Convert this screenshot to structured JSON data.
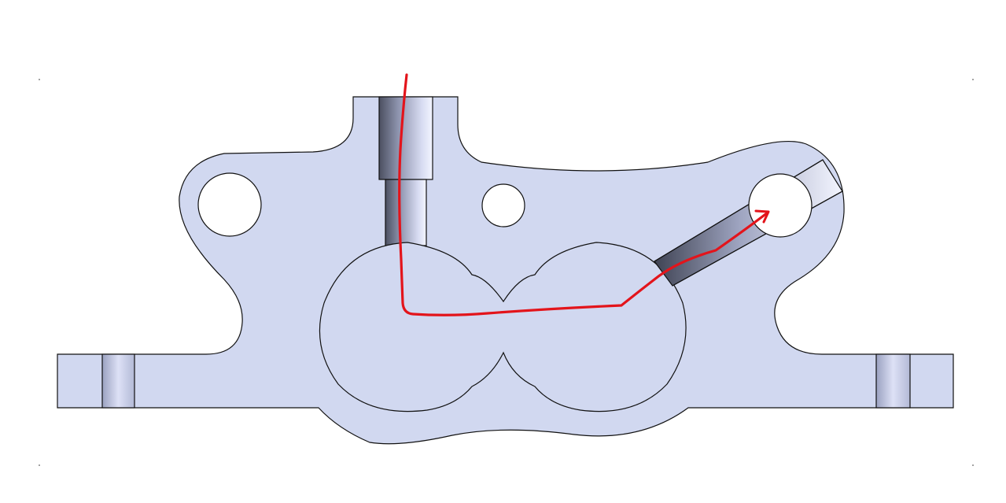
{
  "diagram": {
    "type": "cad-section-view",
    "colors": {
      "background": "#ffffff",
      "body_fill": "#d1d8f0",
      "outline": "#111111",
      "flow_path": "#e3141b",
      "bore_dark": "#4b4f60",
      "bore_light": "#f3f5ff"
    },
    "features": [
      "housing-body",
      "pump-chamber-left",
      "pump-chamber-right",
      "inlet-counterbore",
      "inlet-passage",
      "outlet-angled-passage",
      "outlet-port",
      "mounting-hole-left",
      "mounting-hole-center",
      "flange-bolt-slot-left",
      "flange-bolt-slot-right",
      "corner-marks"
    ],
    "annotation": {
      "kind": "flow-path-arrow",
      "description_hidden": true
    }
  }
}
